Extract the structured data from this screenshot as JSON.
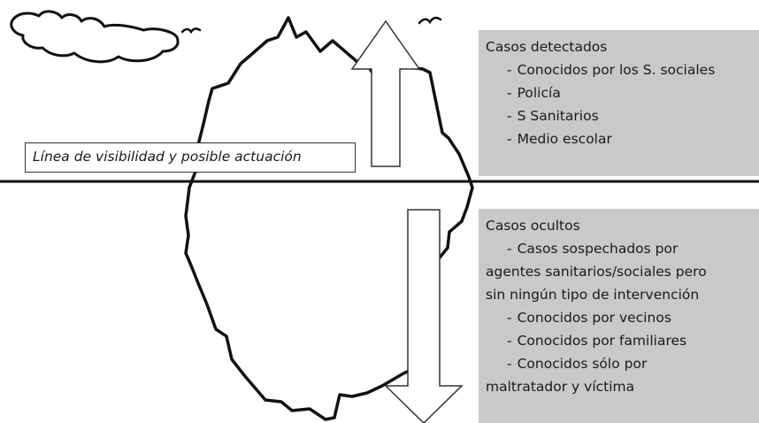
{
  "visibility_line_label": "Línea de visibilidad y posible actuación",
  "detected": {
    "heading": "Casos detectados",
    "items": [
      "Conocidos por los S. sociales",
      "Policía",
      "S Sanitarios",
      "Medio escolar"
    ]
  },
  "hidden": {
    "heading": "Casos ocultos",
    "items": [
      {
        "first": "Casos sospechados por",
        "rest": [
          "agentes sanitarios/sociales pero",
          "sin ningún tipo de  intervención"
        ]
      },
      {
        "first": "Conocidos por vecinos",
        "rest": []
      },
      {
        "first": "Conocidos por familiares",
        "rest": []
      },
      {
        "first": "Conocidos sólo por",
        "rest": [
          "maltratador y víctima"
        ]
      }
    ]
  },
  "colors": {
    "box_fill": "#c9c9c9",
    "ink": "#1a1a1a",
    "arrow_fill": "#ffffff"
  },
  "icons": [
    "cloud-icon",
    "bird-icon",
    "iceberg-icon",
    "arrow-up-icon",
    "arrow-down-icon"
  ]
}
